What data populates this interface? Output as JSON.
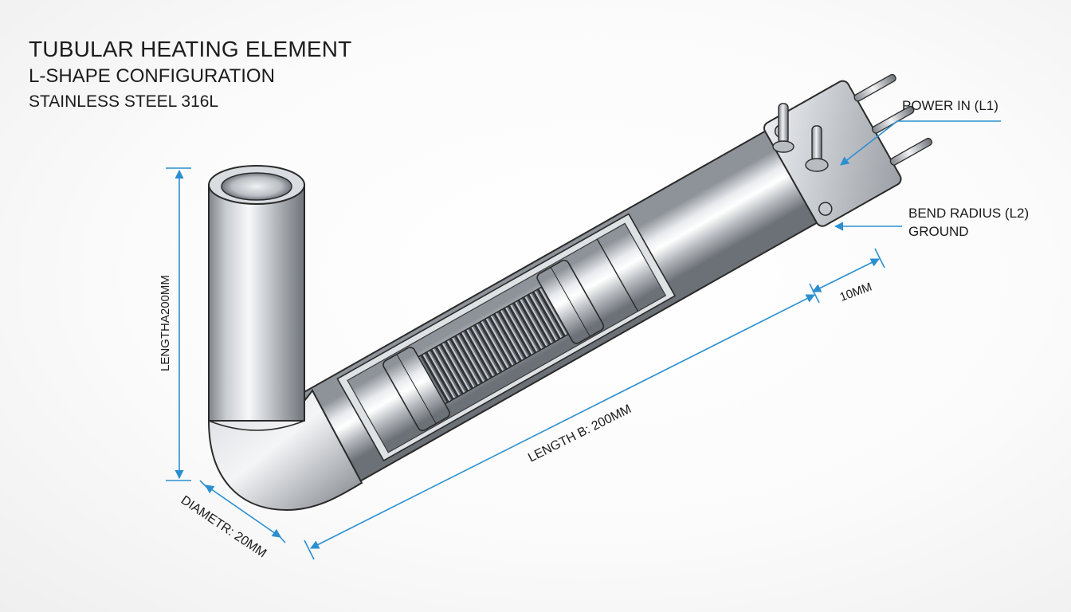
{
  "title": {
    "main": "TUBULAR HEATING ELEMENT",
    "sub": "L-SHAPE CONFIGURATION",
    "material": "STAINLESS STEEL 316L"
  },
  "labels": {
    "power_in": "POWER IN (L1)",
    "bend_radius": "BEND RADIUS (L2)",
    "ground": "GROUND",
    "terminal_length": "10MM",
    "length_b": "LENGTH B: 200MM",
    "length_a": "LENGTHA200MM",
    "diameter": "DIAMETR: 20MM"
  },
  "colors": {
    "dimension_line": "#2b8fd0",
    "steel_light": "#f4f5f7",
    "steel_dark": "#8c9096",
    "outline": "#2a2a2a"
  }
}
